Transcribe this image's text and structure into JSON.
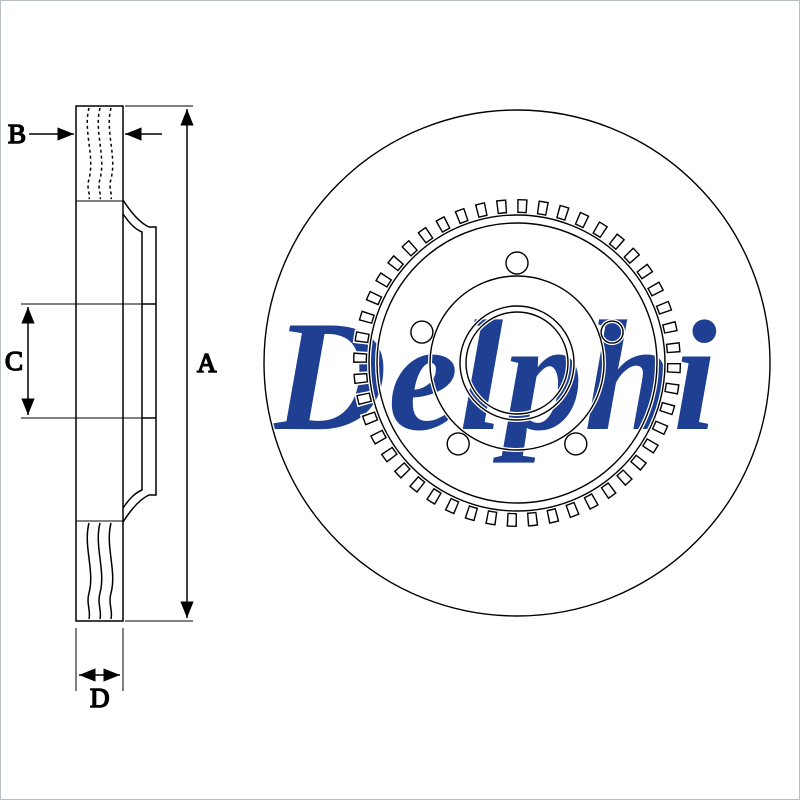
{
  "diagram": {
    "watermark": "Delphi",
    "labels": {
      "a": "A",
      "b": "B",
      "c": "C",
      "d": "D"
    },
    "colors": {
      "line": "#000000",
      "watermark": "#1e3f92",
      "background": "#ffffff"
    }
  }
}
